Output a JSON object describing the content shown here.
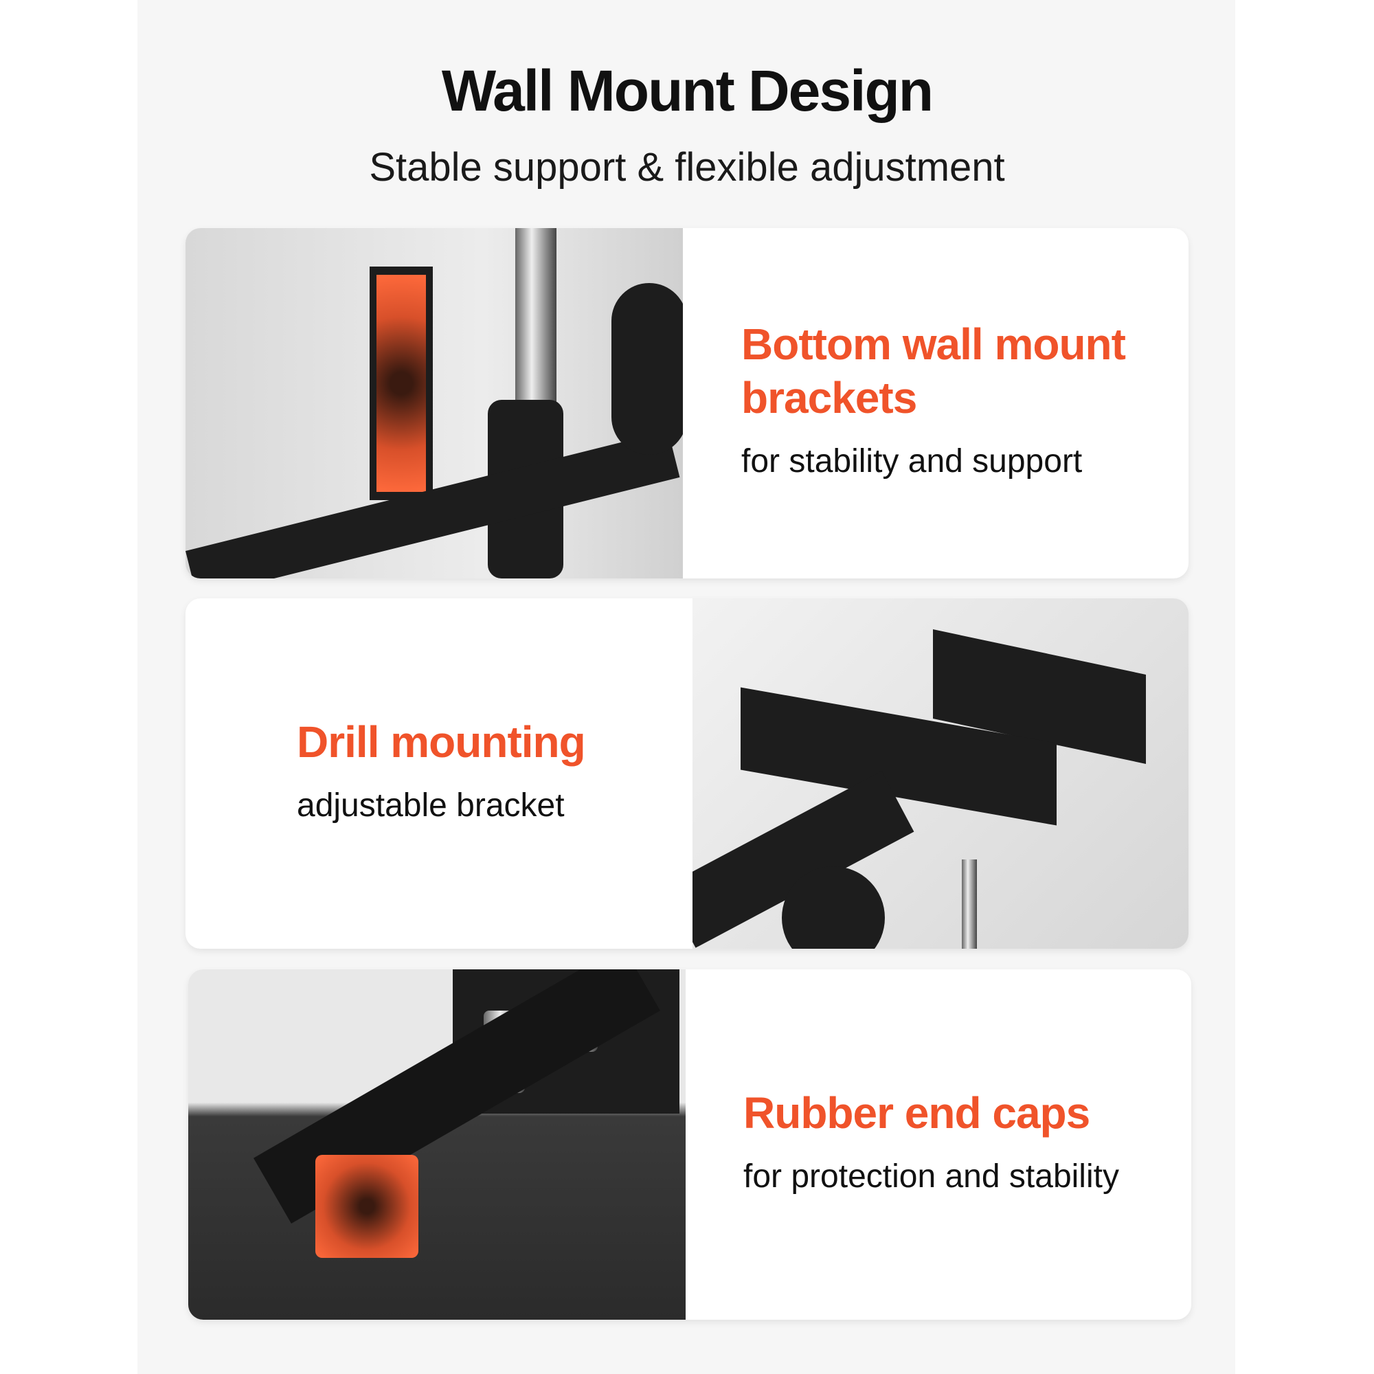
{
  "header": {
    "title": "Wall Mount Design",
    "subtitle": "Stable support & flexible adjustment"
  },
  "features": [
    {
      "heading_line1": "Bottom wall mount",
      "heading_line2": "brackets",
      "description": "for stability and support"
    },
    {
      "heading_line1": "Drill mounting",
      "description": "adjustable bracket"
    },
    {
      "heading_line1": "Rubber end caps",
      "description": "for protection and stability"
    }
  ],
  "colors": {
    "accent": "#f0532a",
    "panel": "#f6f6f6"
  }
}
